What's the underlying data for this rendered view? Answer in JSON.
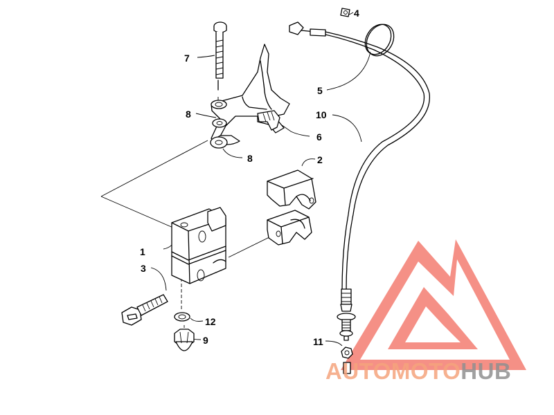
{
  "callouts": [
    "7",
    "4",
    "5",
    "10",
    "8",
    "6",
    "8",
    "2",
    "1",
    "3",
    "12",
    "9",
    "11"
  ],
  "watermark": {
    "part1": "AUTO",
    "part2": "MOTO",
    "part3": "HUB",
    "accent": "#f26b5e",
    "orange": "#f4a37c",
    "gray": "#8f8f8f"
  }
}
